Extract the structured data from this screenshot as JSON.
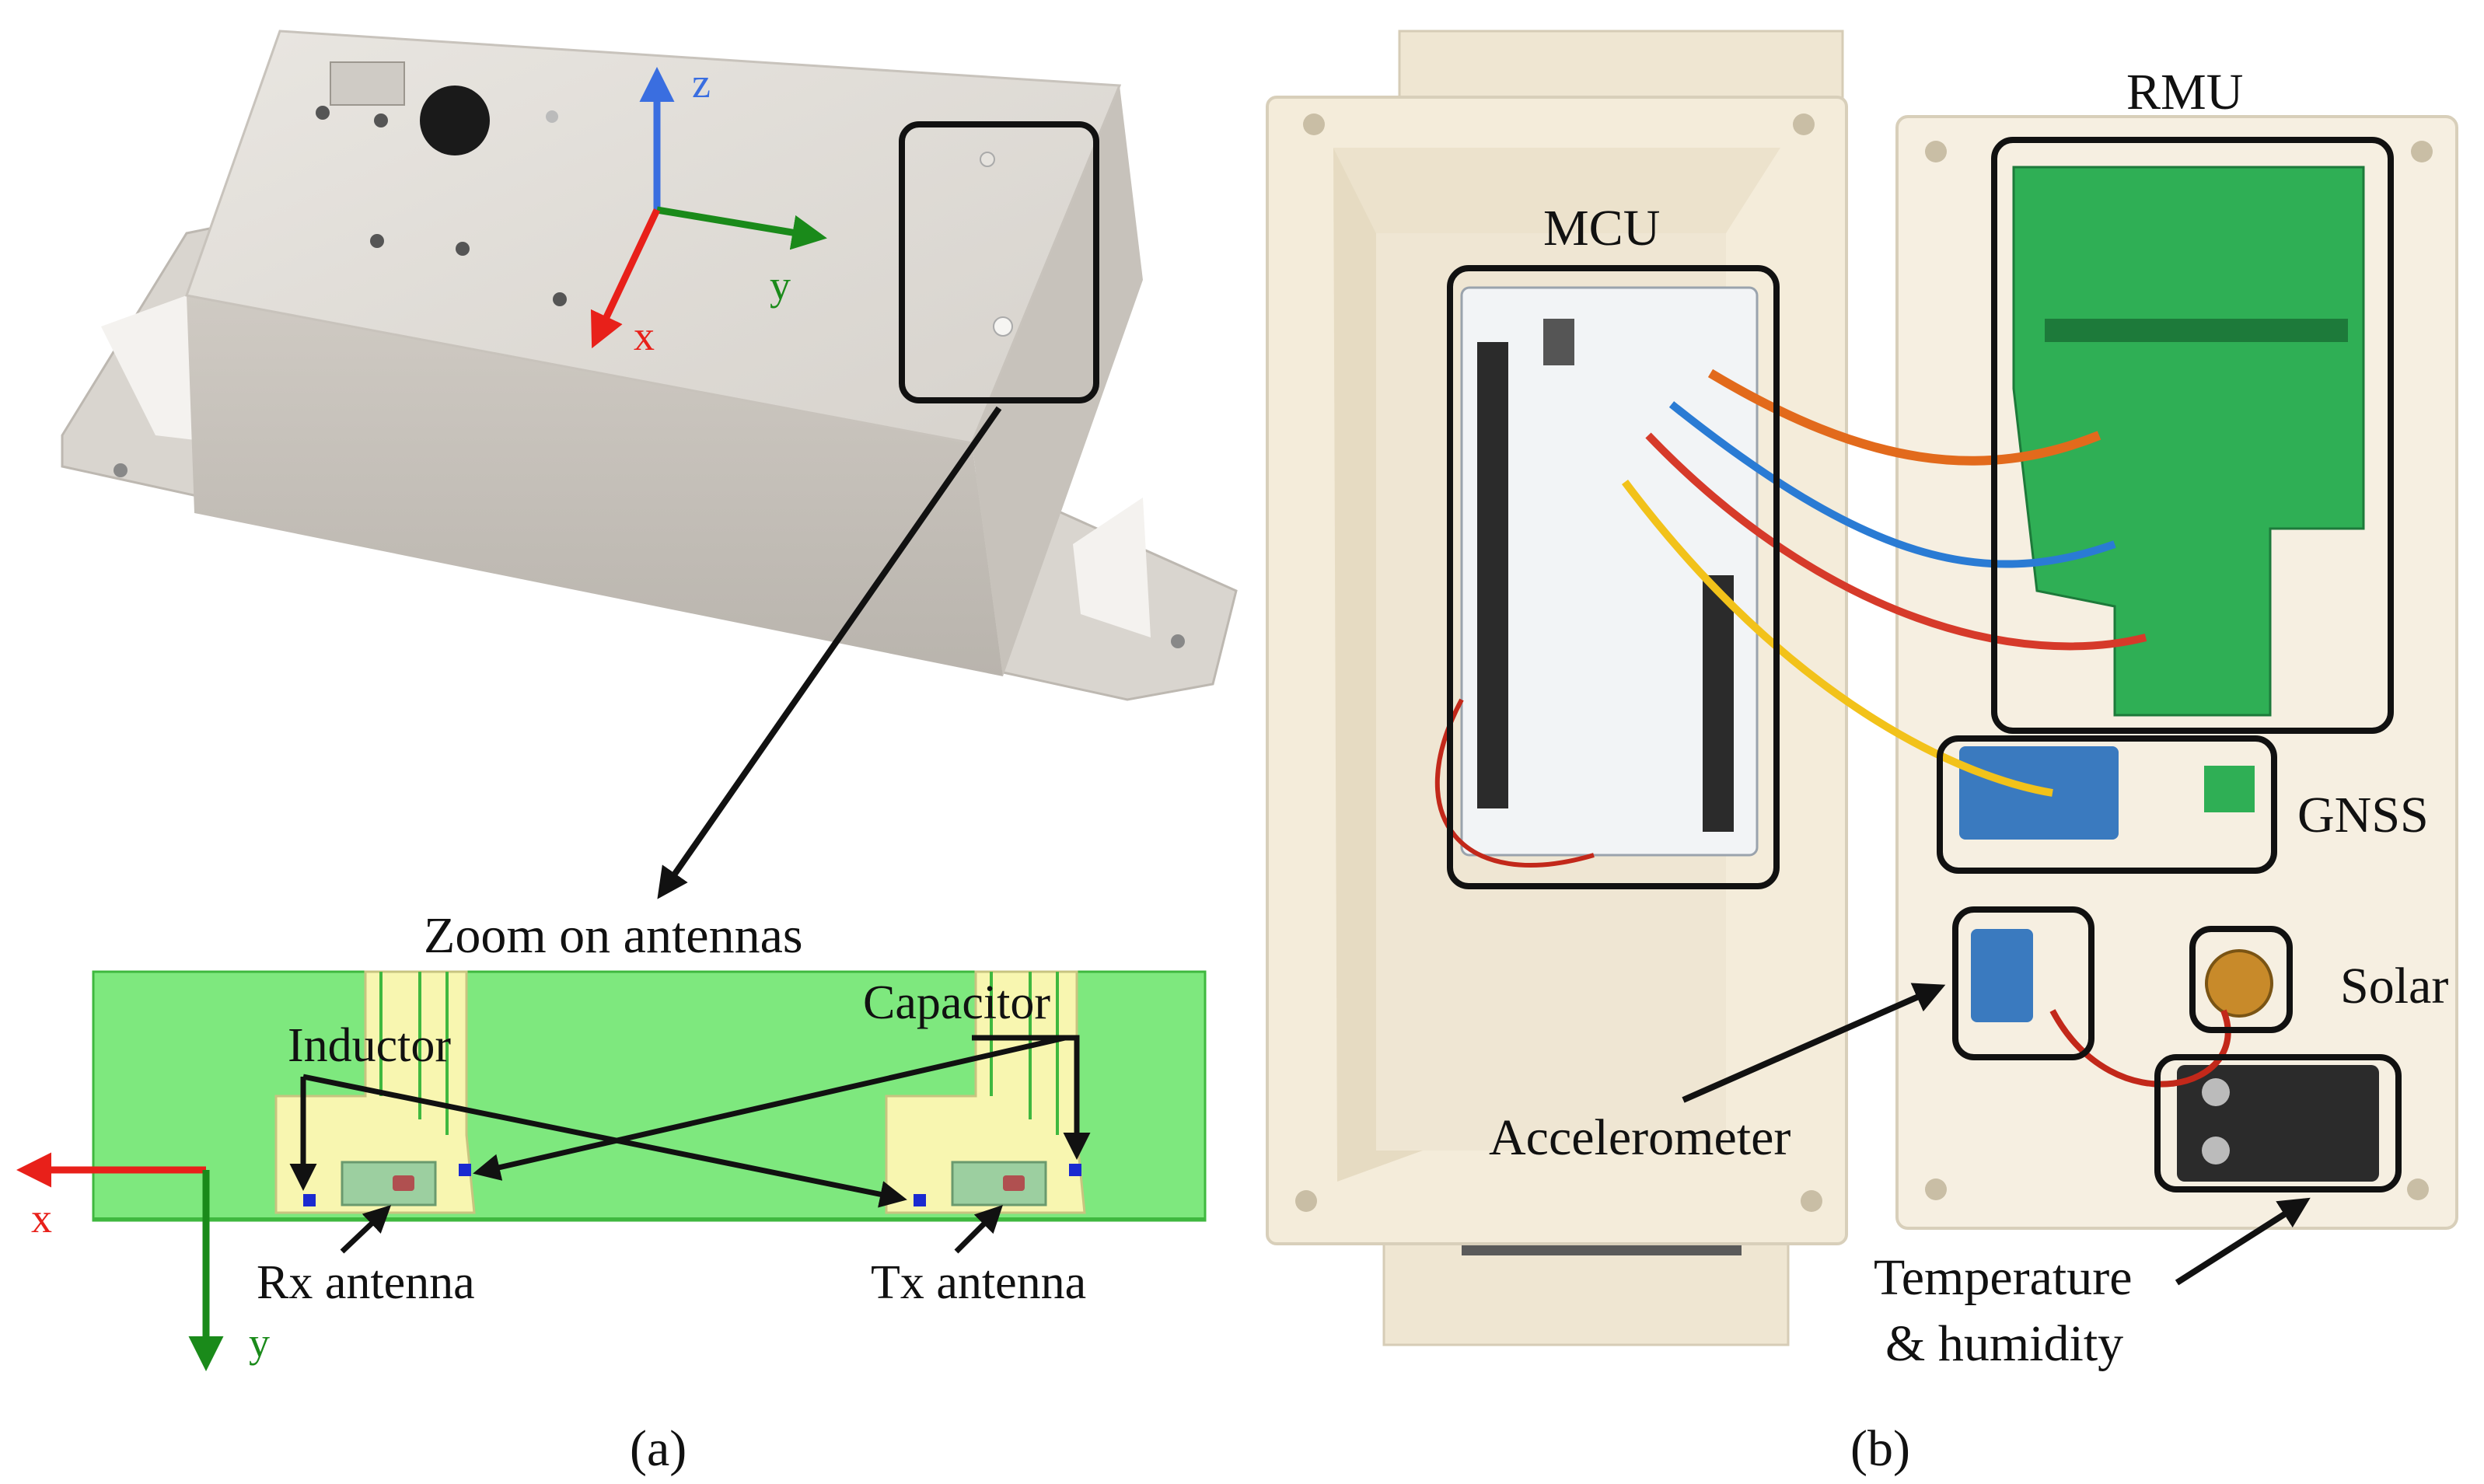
{
  "panel_a": {
    "axes_top": {
      "z": "z",
      "y": "y",
      "x": "x"
    },
    "zoom_caption": "Zoom on antennas",
    "labels": {
      "inductor": "Inductor",
      "capacitor": "Capacitor",
      "rx_antenna": "Rx antenna",
      "tx_antenna": "Tx antenna"
    },
    "axes_bottom": {
      "x": "x",
      "y": "y"
    },
    "caption": "(a)"
  },
  "panel_b": {
    "labels": {
      "rmu": "RMU",
      "mcu": "MCU",
      "gnss": "GNSS",
      "solar": "Solar",
      "accelerometer": "Accelerometer",
      "temperature_line1": "Temperature",
      "temperature_line2": "& humidity"
    },
    "caption": "(b)"
  },
  "colors": {
    "axis_x": "#e8201a",
    "axis_y": "#1a8a1a",
    "axis_z": "#3a6ee0",
    "antenna_green": "#7ee87e",
    "antenna_yellow": "#f8f6b0",
    "enclosure": "#f2ead8"
  }
}
